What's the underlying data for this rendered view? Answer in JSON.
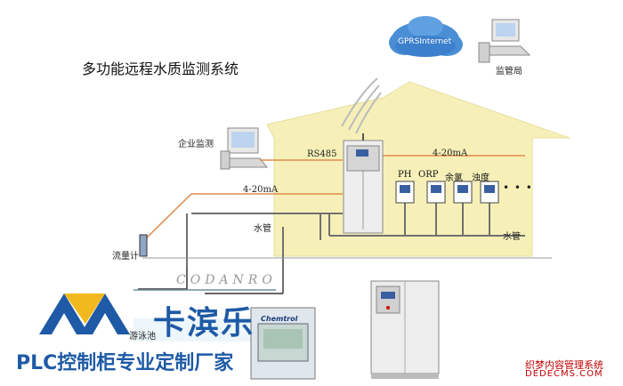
{
  "title": "多功能远程水质监测系统",
  "cloud_label": "GPRSInternet",
  "regulator_label": "监管局",
  "enterprise_label": "企业监测",
  "rs485_label": "RS485",
  "signal_top": "4-20mA",
  "signal_left": "4-20mA",
  "pipe_label_top": "水管",
  "pipe_label_right": "水管",
  "flowmeter_label": "流量计",
  "pool_label": "游泳池",
  "sensors": [
    "PH",
    "ORP",
    "余氯",
    "浊度"
  ],
  "ellipsis": "• • •",
  "brand_text": "CODANRO",
  "logo_text": "卡滨乐",
  "slogan": "PLC控制柜专业定制厂家",
  "panel_brand": "Chemtrol",
  "watermark_line1": "织梦内容管理系统",
  "watermark_line2": "DEDECMS.COM",
  "colors": {
    "house": "#f6f0b8",
    "cloud": "#4a8fd6",
    "signal_line": "#e08a4a",
    "pipe": "#707070",
    "logo_blue": "#1e5aa6",
    "logo_yellow": "#f2b91e",
    "watermark": "#c00000"
  }
}
